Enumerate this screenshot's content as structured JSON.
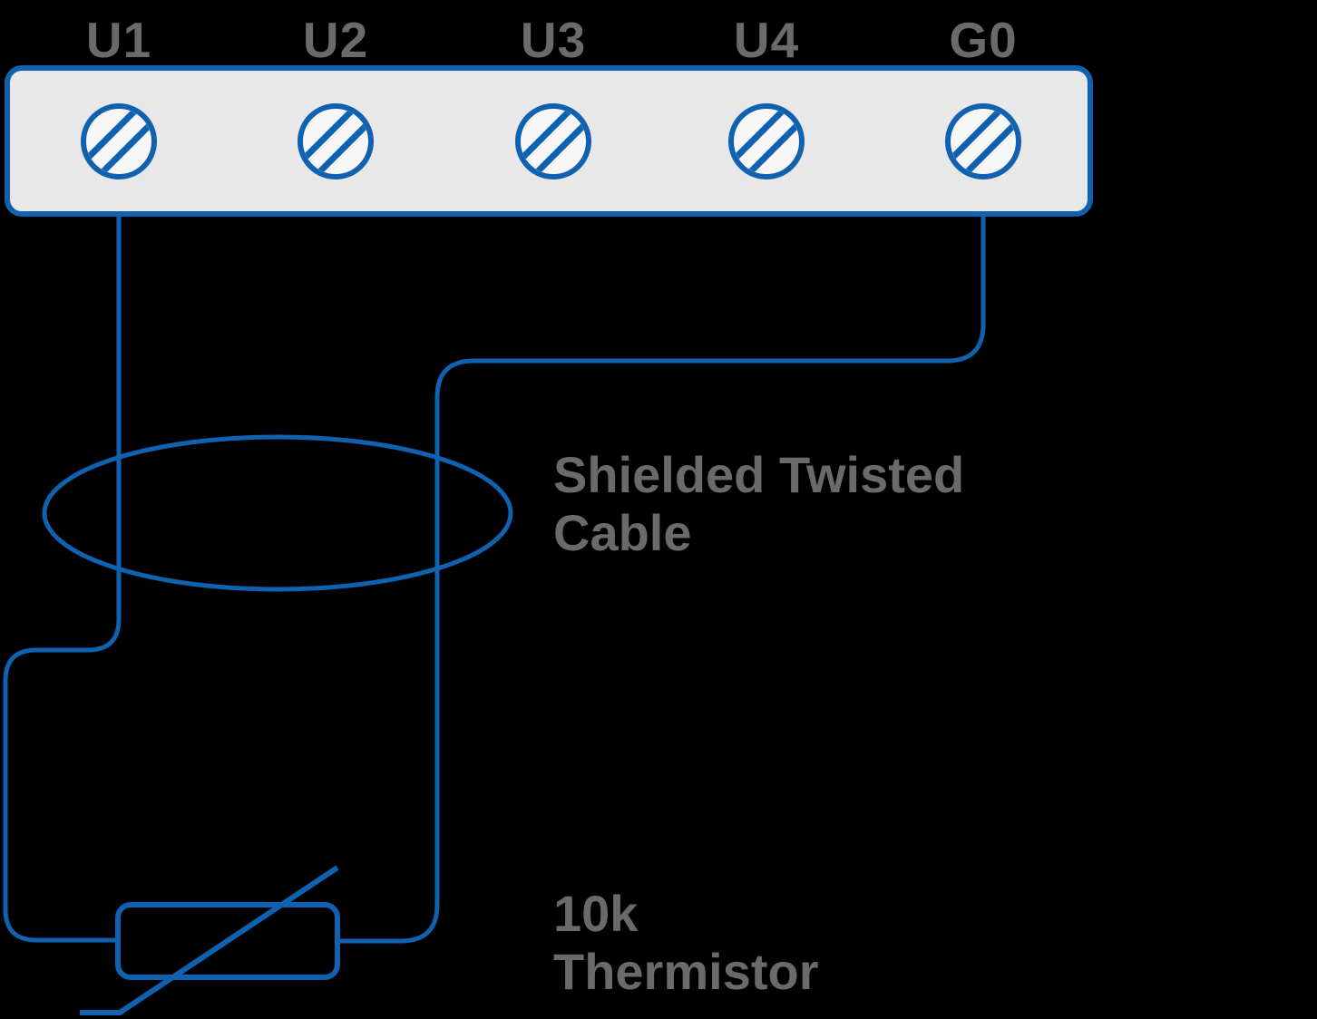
{
  "terminals": [
    {
      "label": "U1"
    },
    {
      "label": "U2"
    },
    {
      "label": "U3"
    },
    {
      "label": "U4"
    },
    {
      "label": "G0"
    }
  ],
  "annotations": {
    "cable": {
      "line1": "Shielded Twisted",
      "line2": "Cable"
    },
    "thermistor": {
      "line1": "10k",
      "line2": "Thermistor"
    }
  },
  "colors": {
    "wire_blue": "#1061af",
    "label_gray": "#6a6a6a",
    "block_fill": "#e8e8e8",
    "screw_fill": "#f7f7f7",
    "background": "#000000"
  }
}
